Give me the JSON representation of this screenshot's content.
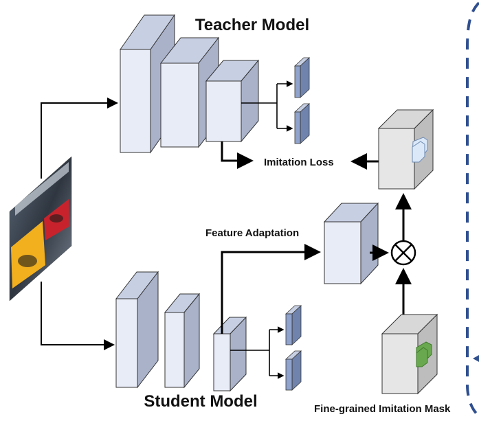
{
  "teacher_model": {
    "title": "Teacher Model"
  },
  "student_model": {
    "title": "Student Model"
  },
  "labels": {
    "imitation_loss": "Imitation Loss",
    "feature_adaptation": "Feature Adaptation",
    "fine_grained_mask": "Fine-grained Imitation Mask",
    "multiply_symbol": "⊗"
  },
  "colors": {
    "block_front": "#e8ecf7",
    "block_top": "#c7cfe3",
    "block_side": "#a9b2c9",
    "small_block": "#8fa3cc",
    "mask_front": "#e6e6e6",
    "mask_side": "#bdbdbd",
    "teacher_patch": "#dbe8f7",
    "student_patch": "#6aa84f",
    "bracket": "#2f4f8f"
  }
}
